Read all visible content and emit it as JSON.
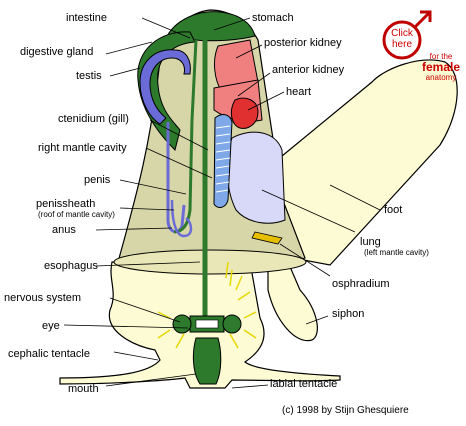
{
  "labels": {
    "intestine": "intestine",
    "stomach": "stomach",
    "digestive_gland": "digestive gland",
    "posterior_kidney": "posterior kidney",
    "testis": "testis",
    "anterior_kidney": "anterior kidney",
    "heart": "heart",
    "ctenidium": "ctenidium (gill)",
    "right_mantle_cavity": "right mantle cavity",
    "penis": "penis",
    "penissheath": "penissheath",
    "penissheath_note": "(roof of mantle cavity)",
    "anus": "anus",
    "foot": "foot",
    "lung": "lung",
    "lung_note": "(left mantle cavity)",
    "esophagus": "esophagus",
    "osphradium": "osphradium",
    "nervous_system": "nervous system",
    "siphon": "siphon",
    "eye": "eye",
    "cephalic_tentacle": "cephalic tentacle",
    "mouth": "mouth",
    "labial_tentacle": "labial tentacle"
  },
  "female_link": {
    "click_line1": "Click",
    "click_line2": "here",
    "for_the": "for the",
    "female": "female",
    "anatomy": "anatomy",
    "symbol": "male-symbol-icon"
  },
  "copyright": "(c) 1998 by Stijn Ghesquiere",
  "colors": {
    "body": "#fdfbd3",
    "shell": "#d6d6a8",
    "digestive": "#2d7a2d",
    "gonad": "#6b6bd8",
    "kidney": "#f08080",
    "lung": "#d8d8f8",
    "gill": "#7fa8e8",
    "accent": "#c00000"
  }
}
